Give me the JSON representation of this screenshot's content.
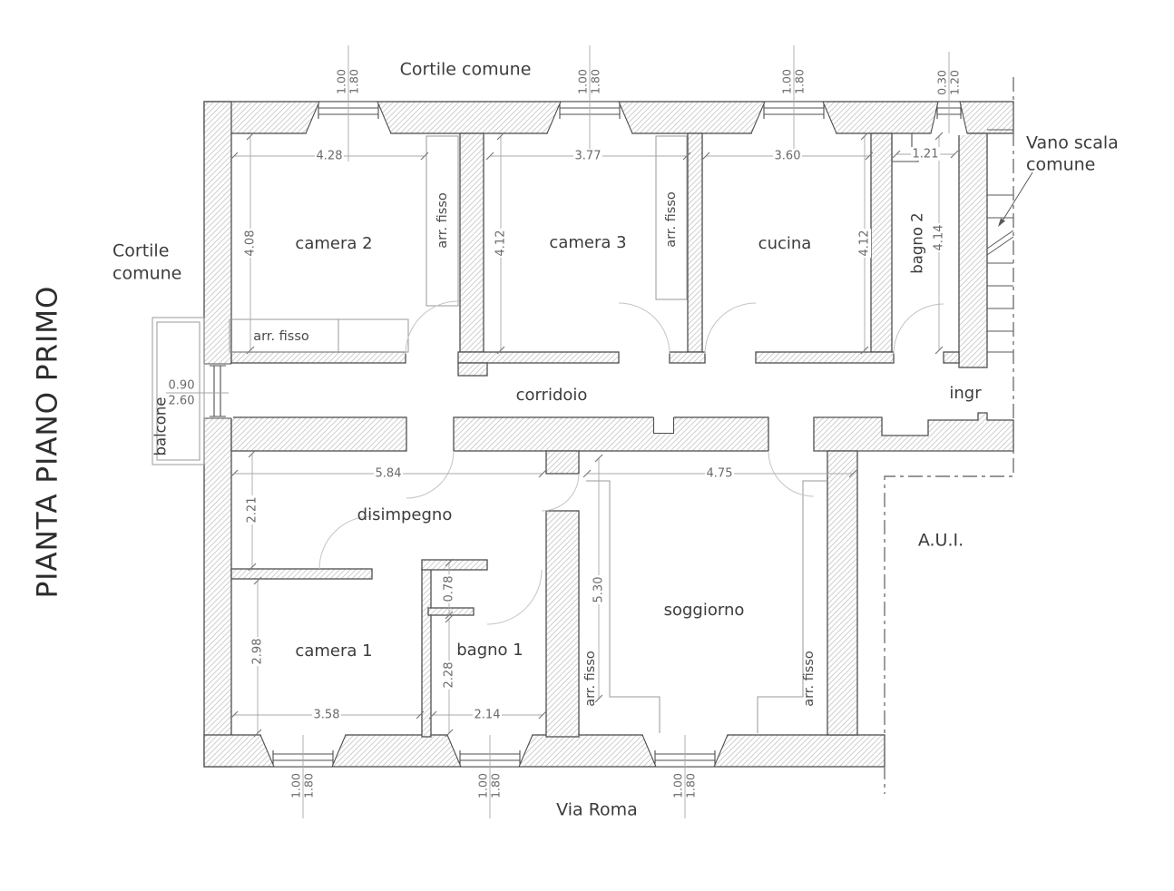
{
  "title": "PIANTA PIANO PRIMO",
  "surroundings": {
    "cortile_top": "Cortile comune",
    "cortile_left_line1": "Cortile",
    "cortile_left_line2": "comune",
    "vano_scala_line1": "Vano scala",
    "vano_scala_line2": "comune",
    "via_roma": "Via Roma",
    "aui": "A.U.I."
  },
  "rooms": {
    "camera2": {
      "label": "camera 2",
      "width": "4.28",
      "depth": "4.08"
    },
    "camera3": {
      "label": "camera 3",
      "width": "3.77",
      "depth": "4.12"
    },
    "cucina": {
      "label": "cucina",
      "width": "3.60",
      "depth": "4.12"
    },
    "bagno2": {
      "label": "bagno 2",
      "width": "1.21",
      "depth": "4.14"
    },
    "corridoio": {
      "label": "corridoio"
    },
    "ingresso": {
      "label": "ingr"
    },
    "disimpegno": {
      "label": "disimpegno",
      "width": "5.84",
      "depth": "2.21"
    },
    "camera1": {
      "label": "camera 1",
      "width": "3.58",
      "depth": "2.98"
    },
    "bagno1": {
      "label": "bagno 1",
      "width": "2.14",
      "depth": "2.28",
      "nook_depth": "0.78"
    },
    "soggiorno": {
      "label": "soggiorno",
      "width": "4.75",
      "depth": "5.30"
    },
    "balcone": {
      "label": "balcone",
      "door_width": "0.90",
      "door_height": "2.60"
    }
  },
  "fixtures": {
    "arr_fisso": "arr. fisso"
  },
  "windows": {
    "standard": {
      "width": "1.00",
      "height": "1.80"
    },
    "small": {
      "width": "0.30",
      "height": "1.20"
    }
  }
}
